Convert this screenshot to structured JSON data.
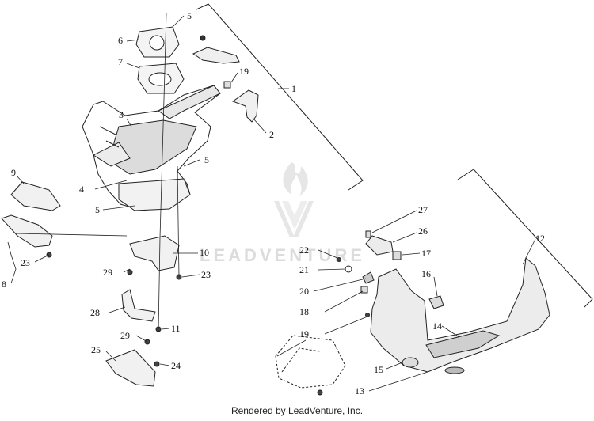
{
  "watermark": {
    "text": "LEADVENTURE"
  },
  "footer": {
    "text": "Rendered by LeadVenture, Inc."
  },
  "callouts": [
    {
      "id": "c1",
      "label": "1"
    },
    {
      "id": "c2",
      "label": "2"
    },
    {
      "id": "c3",
      "label": "3"
    },
    {
      "id": "c4",
      "label": "4"
    },
    {
      "id": "c5a",
      "label": "5"
    },
    {
      "id": "c5b",
      "label": "5"
    },
    {
      "id": "c5c",
      "label": "5"
    },
    {
      "id": "c6",
      "label": "6"
    },
    {
      "id": "c7",
      "label": "7"
    },
    {
      "id": "c8",
      "label": "8"
    },
    {
      "id": "c9",
      "label": "9"
    },
    {
      "id": "c10",
      "label": "10"
    },
    {
      "id": "c11",
      "label": "11"
    },
    {
      "id": "c12",
      "label": "12"
    },
    {
      "id": "c13",
      "label": "13"
    },
    {
      "id": "c14",
      "label": "14"
    },
    {
      "id": "c15",
      "label": "15"
    },
    {
      "id": "c16",
      "label": "16"
    },
    {
      "id": "c17",
      "label": "17"
    },
    {
      "id": "c18",
      "label": "18"
    },
    {
      "id": "c19a",
      "label": "19"
    },
    {
      "id": "c19b",
      "label": "19"
    },
    {
      "id": "c20",
      "label": "20"
    },
    {
      "id": "c21",
      "label": "21"
    },
    {
      "id": "c22",
      "label": "22"
    },
    {
      "id": "c23a",
      "label": "23"
    },
    {
      "id": "c23b",
      "label": "23"
    },
    {
      "id": "c24",
      "label": "24"
    },
    {
      "id": "c25",
      "label": "25"
    },
    {
      "id": "c26",
      "label": "26"
    },
    {
      "id": "c27",
      "label": "27"
    },
    {
      "id": "c28",
      "label": "28"
    },
    {
      "id": "c29a",
      "label": "29"
    },
    {
      "id": "c29b",
      "label": "29"
    }
  ]
}
